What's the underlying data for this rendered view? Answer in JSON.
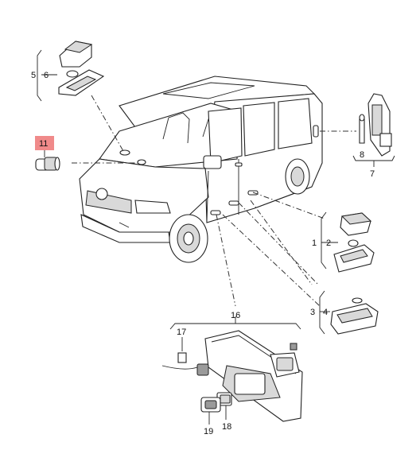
{
  "diagram": {
    "labels": {
      "p1": "1",
      "p2": "2",
      "p3": "3",
      "p4": "4",
      "p5": "5",
      "p6": "6",
      "p7": "7",
      "p8": "8",
      "p11": "11",
      "p16": "16",
      "p17": "17",
      "p18": "18",
      "p19": "19"
    },
    "highlight_color": "#f08a8a",
    "highlighted_part": "11"
  }
}
